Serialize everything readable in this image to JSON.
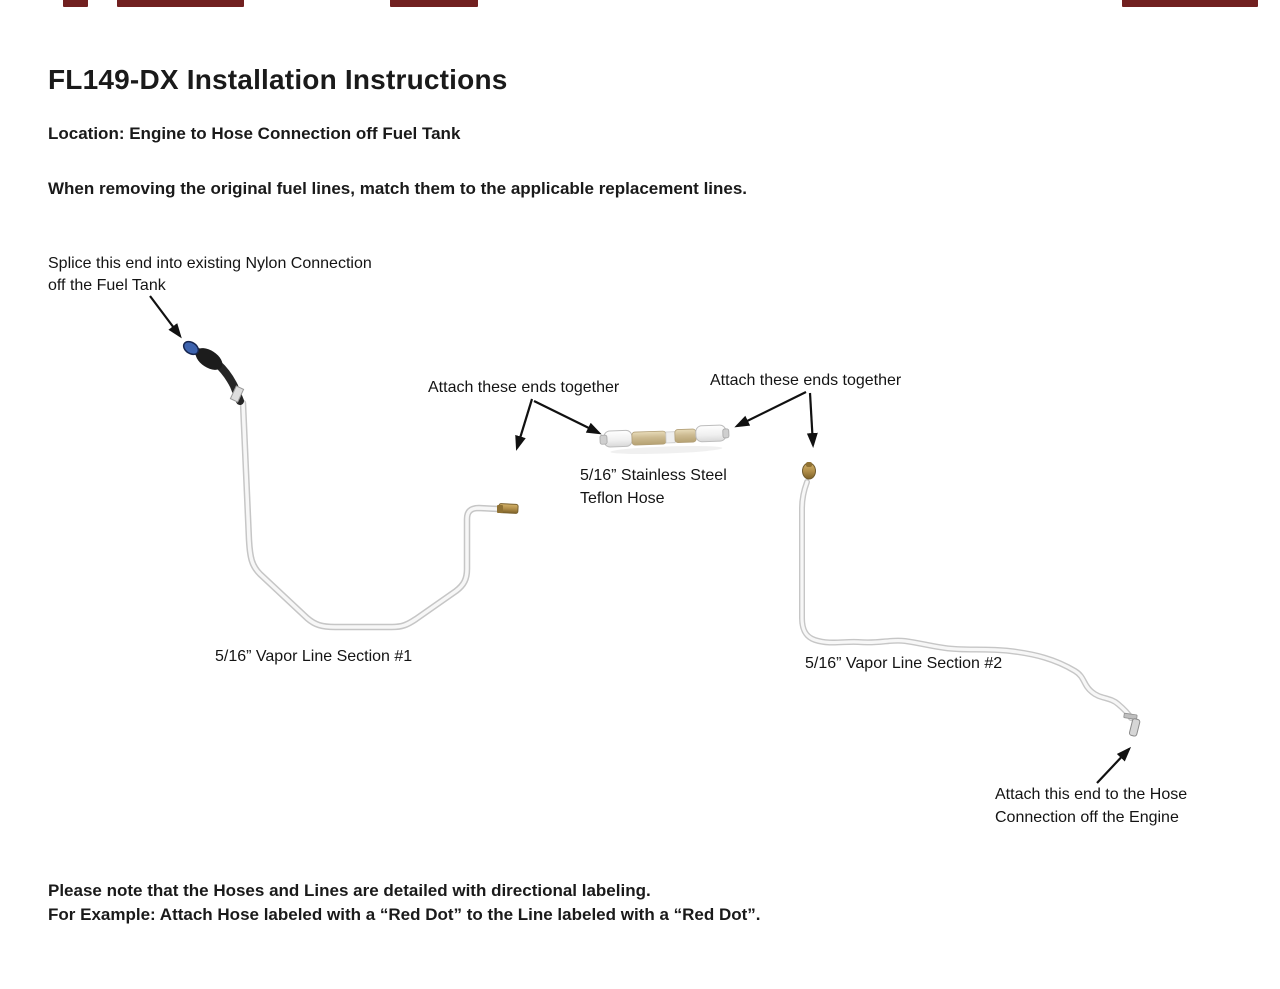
{
  "page": {
    "title": "FL149-DX Installation Instructions",
    "location_line": "Location: Engine to Hose Connection off Fuel Tank",
    "intro_line": "When removing the original fuel lines, match them to the applicable replacement lines.",
    "bottom_note": "Please note that the Hoses and Lines are detailed with directional labeling.\nFor Example: Attach Hose labeled with a “Red Dot” to the Line labeled with a “Red Dot”."
  },
  "annotations": {
    "splice_callout": "Splice this end into existing Nylon Connection\noff the Fuel Tank",
    "attach_left": "Attach these ends together",
    "attach_right": "Attach these ends together",
    "hose_label": "5/16” Stainless Steel\nTeflon Hose",
    "vapor_line_1_label": "5/16” Vapor Line Section #1",
    "vapor_line_2_label": "5/16” Vapor Line Section #2",
    "engine_callout": "Attach this end to the Hose\nConnection off the Engine"
  },
  "parts": {
    "vapor_line_1": "5/16 inch vapor line section 1",
    "vapor_line_2": "5/16 inch vapor line section 2",
    "stainless_hose": "5/16 inch stainless steel teflon hose",
    "splice_connector": "nylon splice connector end",
    "line1_end_fitting": "brass fitting end of line 1",
    "line2_top_fitting": "brass fitting top of line 2",
    "line2_engine_end": "engine-side end of line 2"
  },
  "colors": {
    "text": "#1a1a1a",
    "top_bar": "#712020",
    "tube_edge": "#c6c6c6",
    "tube_fill": "#f7f7f7",
    "hose_black": "#1f1f1f",
    "connector_blue": "#3d63ae",
    "brass": "#b28f4a",
    "braid": "#d6c5a0",
    "arrow": "#111111"
  }
}
